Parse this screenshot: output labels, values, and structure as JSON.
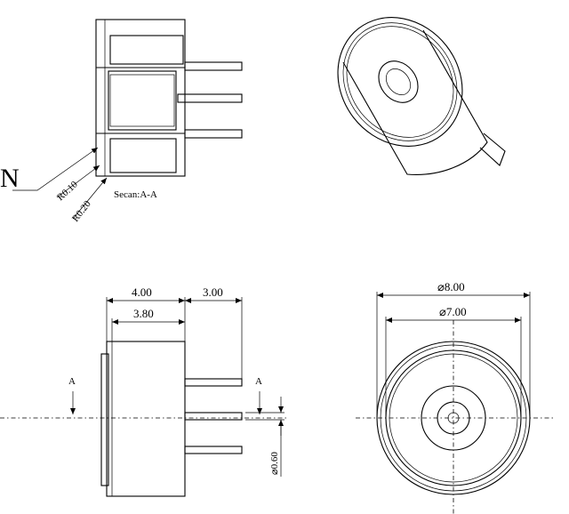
{
  "section_view": {
    "caption": "Secan:A-A",
    "label_n": "N",
    "radius_small": "R0.10",
    "radius_large": "R0.20"
  },
  "side_view": {
    "dim_body_width": "4.00",
    "dim_pin_length": "3.00",
    "dim_inner_width": "3.80",
    "dim_pin_diameter": "⌀0.60",
    "section_mark_left": "A",
    "section_mark_right": "A"
  },
  "front_view": {
    "dim_outer_diameter": "⌀8.00",
    "dim_inner_diameter": "⌀7.00"
  }
}
